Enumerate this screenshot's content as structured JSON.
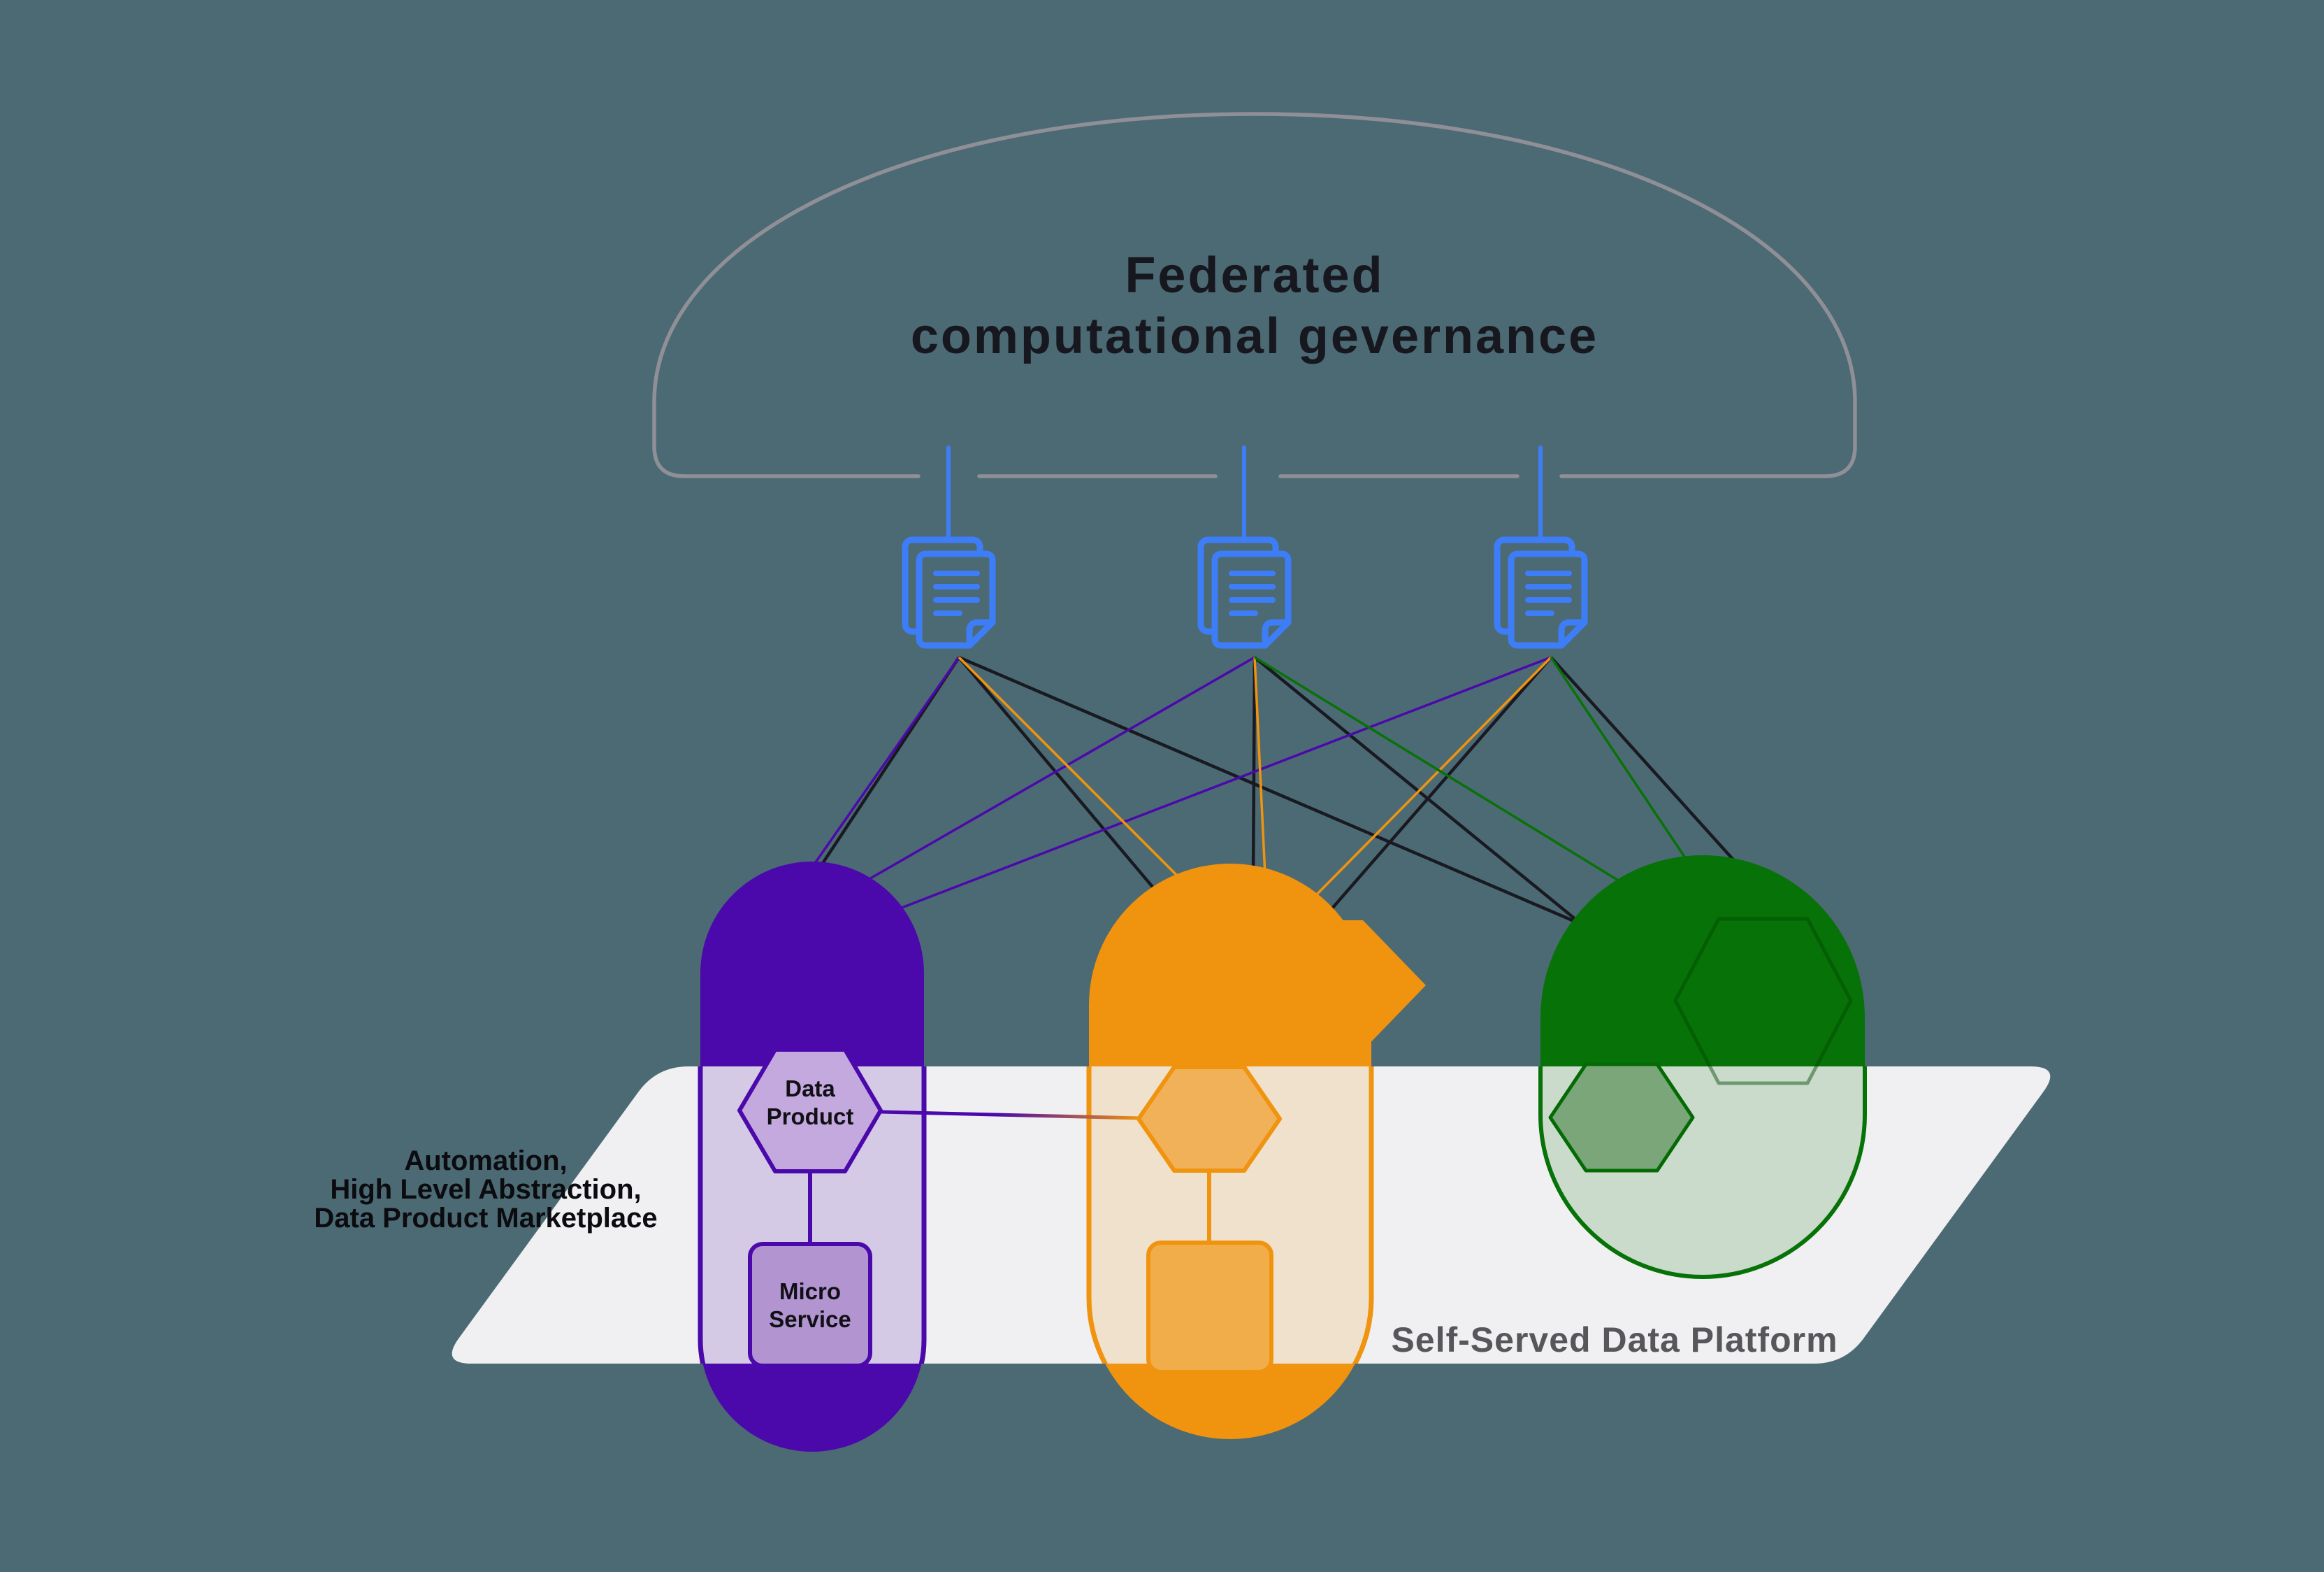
{
  "title": {
    "line1": "Federated",
    "line2": "computational gevernance"
  },
  "side_label": {
    "line1": "Automation,",
    "line2": "High Level Abstraction,",
    "line3": "Data Product Marketplace"
  },
  "platform_label": "Self-Served Data Platform",
  "purple_domain": {
    "hexagon_label_line1": "Data",
    "hexagon_label_line2": "Product",
    "box_label_line1": "Micro",
    "box_label_line2": "Service"
  },
  "documents": {
    "count": 3,
    "icon": "document-stack-icon"
  },
  "icons": {
    "governance_documents": "document-stack-icon",
    "domain_shapes": "pill-capsule-shape",
    "data_product_shape": "hexagon-shape",
    "micro_service_shape": "rounded-box-shape",
    "platform_shape": "skewed-platform-band"
  },
  "colors": {
    "background": "#4C6A73",
    "platform_band": "#F0EFF1",
    "band_overlay": "rgba(240,239,241,0.84)",
    "dome_stroke": "#8F8F97",
    "document_blue": "#3E7DF8",
    "line_dark": "#191922",
    "purple": "#4B09AB",
    "purple_hexagon_fill": "#C3A9DD",
    "purple_box_fill": "#B294D1",
    "orange": "#F0930E",
    "orange_hexagon_fill": "#F1B158",
    "orange_box_fill": "#F0AD49",
    "green": "#077207",
    "green_hexagon_fill": "#7AA67A",
    "green_hexagon_stroke": "#046A04",
    "green_ghost_stroke": "rgba(3,70,3,0.45)",
    "title_text": "#17171F",
    "side_label_text": "#0B0B10",
    "platform_text": "#57575B"
  }
}
